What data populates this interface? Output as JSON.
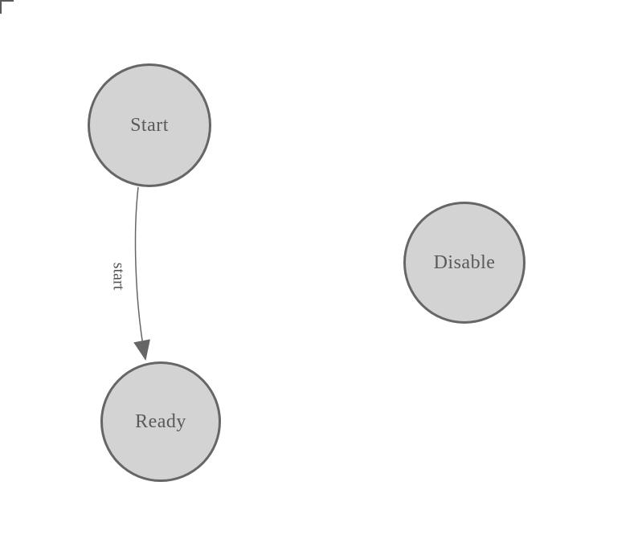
{
  "diagram": {
    "type": "state-machine",
    "colors": {
      "background": "#ffffff",
      "node_fill": "#d3d3d3",
      "node_stroke": "#666666",
      "label_text": "#5a5a5a",
      "edge_stroke": "#666666",
      "edge_label_text": "#555555"
    },
    "nodes": [
      {
        "id": "start",
        "label": "Start"
      },
      {
        "id": "ready",
        "label": "Ready"
      },
      {
        "id": "disable",
        "label": "Disable"
      }
    ],
    "edges": [
      {
        "from": "Start",
        "to": "Ready",
        "label": "start"
      }
    ]
  }
}
